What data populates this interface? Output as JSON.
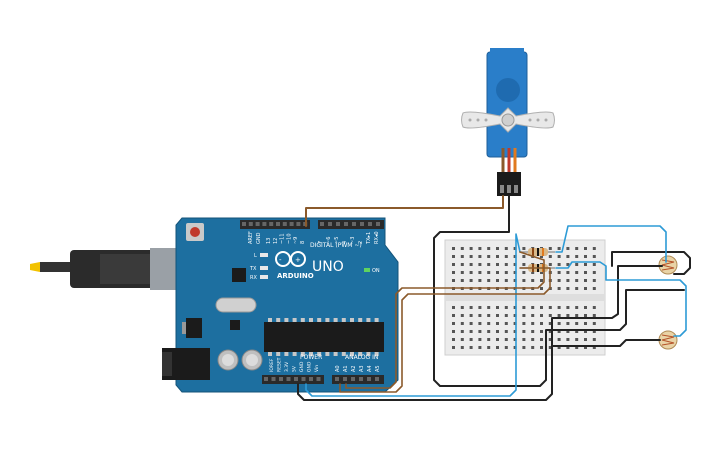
{
  "arduino": {
    "brand": "ARDUINO",
    "model": "UNO",
    "digital_label": "DIGITAL (PWM ~)",
    "analog_label": "ANALOG IN",
    "power_label": "POWER",
    "on_label": "ON",
    "led_l": "L",
    "led_tx": "TX",
    "led_rx": "RX",
    "aref": "AREF",
    "gnd": "GND",
    "digital_pins": [
      "13",
      "12",
      "~11",
      "~10",
      "~9",
      "8",
      "7",
      "~6",
      "~5",
      "4",
      "~3",
      "2",
      "TX▸1",
      "RX◂0"
    ],
    "power_pins": [
      "IOREF",
      "RESET",
      "3.3V",
      "5V",
      "GND",
      "GND",
      "Vin"
    ],
    "analog_pins": [
      "A0",
      "A1",
      "A2",
      "A3",
      "A4",
      "A5"
    ],
    "colors": {
      "board": "#1d6fa0",
      "header": "#2a2a2a",
      "chip": "#1b1b1b"
    }
  },
  "components": {
    "servo": {
      "name": "servo-motor",
      "color": "#2a7ec9"
    },
    "breadboard": {
      "name": "mini-breadboard",
      "color": "#ececec"
    },
    "photoresistors": 2,
    "resistors": 2
  },
  "wire_colors": {
    "signal": "#8b5a2b",
    "analog": "#2d9bd6",
    "ground": "#222222",
    "power": "#c0392b",
    "orange": "#e07a1f"
  }
}
